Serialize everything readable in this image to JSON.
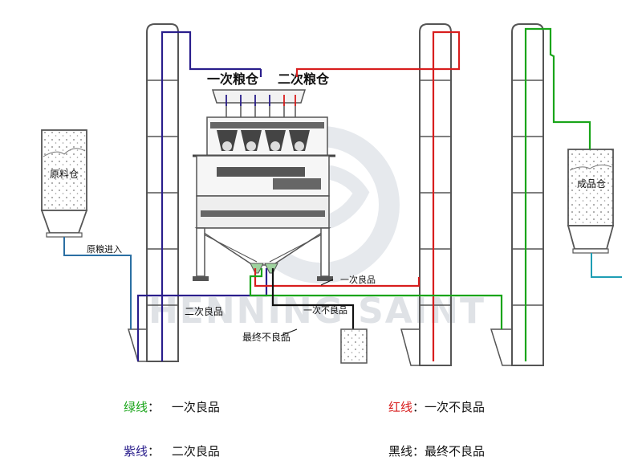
{
  "labels": {
    "primary_bin": "一次粮仓",
    "secondary_bin": "二次粮仓",
    "raw_bin": "原料仓",
    "raw_inlet": "原粮进入",
    "product_bin": "成品仓",
    "primary_good": "一次良品",
    "secondary_good": "二次良品",
    "primary_reject": "一次不良品",
    "final_reject": "最终不良品",
    "watermark": "HENNING SAINT"
  },
  "legend": [
    {
      "key": "绿线",
      "sep": "：",
      "value": "一次良品",
      "color": "#1aa51a"
    },
    {
      "key": "红线",
      "sep": "：",
      "value": "一次不良品",
      "color": "#d81e1e"
    },
    {
      "key": "紫线",
      "sep": "：",
      "value": "二次良品",
      "color": "#2a1e8c"
    },
    {
      "key": "黑线",
      "sep": "：",
      "value": "最终不良品",
      "color": "#111111"
    }
  ],
  "colors": {
    "green": "#1aa51a",
    "red": "#d81e1e",
    "purple": "#2a1e8c",
    "black": "#111111",
    "cyan": "#1e9eb4",
    "equipment": "#555555"
  }
}
